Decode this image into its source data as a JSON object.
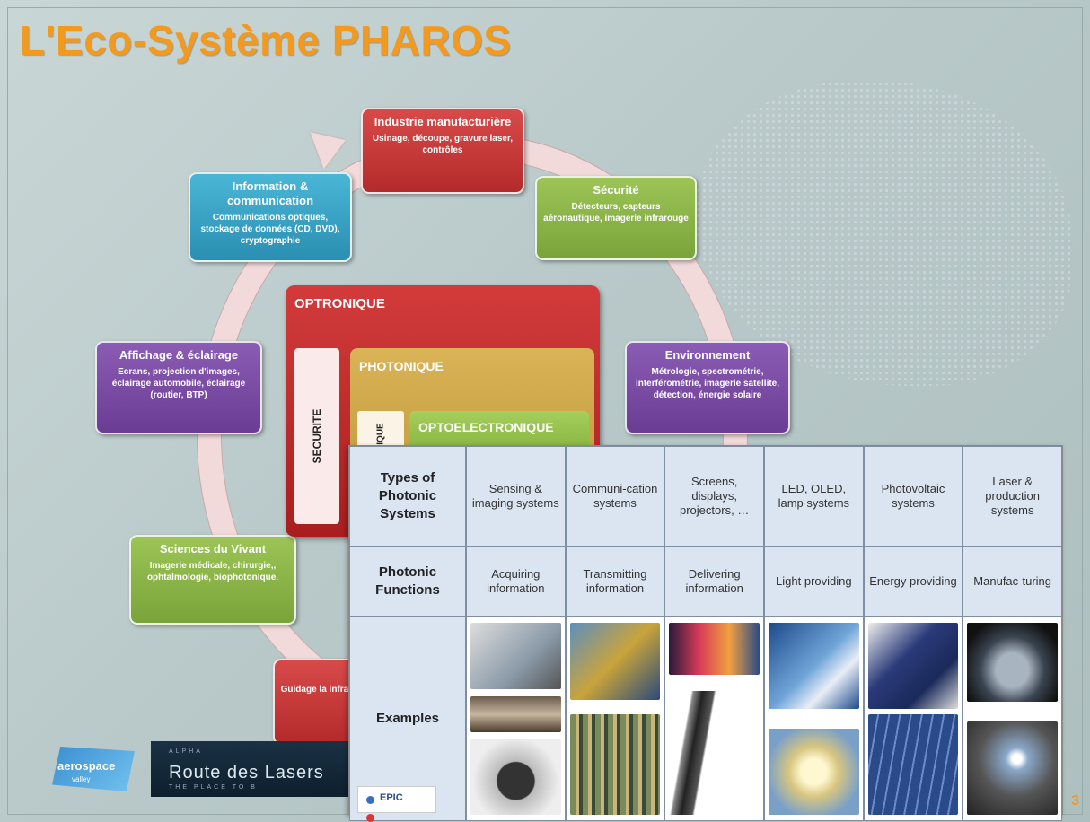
{
  "title": "L'Eco-Système PHAROS",
  "nodes": {
    "industrie": {
      "title": "Industrie manufacturière",
      "desc": "Usinage, découpe, gravure laser, contrôles"
    },
    "securite": {
      "title": "Sécurité",
      "desc": "Détecteurs, capteurs aéronautique, imagerie infrarouge"
    },
    "info": {
      "title": "Information & communication",
      "desc": "Communications optiques, stockage de données (CD, DVD), cryptographie"
    },
    "environnement": {
      "title": "Environnement",
      "desc": "Métrologie, spectrométrie, interférométrie, imagerie satellite, détection, énergie solaire"
    },
    "affichage": {
      "title": "Affichage & éclairage",
      "desc": "Ecrans, projection d'images, éclairage automobile, éclairage (routier, BTP)"
    },
    "vivant": {
      "title": "Sciences du Vivant",
      "desc": "Imagerie médicale, chirurgie,, ophtalmologie, biophotonique."
    },
    "defense": {
      "title": "Défe",
      "desc": "Guidage la infrarouge"
    }
  },
  "central": {
    "optronique": "OPTRONIQUE",
    "securite": "SECURITE",
    "photonique": "PHOTONIQUE",
    "small": "IQUE",
    "optoelectronique": "OPTOELECTRONIQUE"
  },
  "logos": {
    "aerospace": "aerospace",
    "valley": "valley",
    "route_top": "ALPHA",
    "route_name": "Route des Lasers",
    "route_bottom": "THE PLACE TO B",
    "epic": "EPIC"
  },
  "page_number": "3",
  "table": {
    "row_headers": [
      "Types of Photonic Systems",
      "Photonic Functions",
      "Examples"
    ],
    "types": [
      "Sensing & imaging systems",
      "Communi-cation systems",
      "Screens, displays, projectors, …",
      "LED, OLED, lamp systems",
      "Photovoltaic systems",
      "Laser & production systems"
    ],
    "functions": [
      "Acquiring information",
      "Transmitting information",
      "Delivering information",
      "Light providing",
      "Energy providing",
      "Manufac-turing"
    ]
  },
  "colors": {
    "title": "#f39a1e",
    "red": "#c83a3a",
    "green": "#8ab449",
    "blue": "#3aa4c6",
    "purple": "#7a4ca4",
    "table_bg": "#dbe4f1"
  }
}
